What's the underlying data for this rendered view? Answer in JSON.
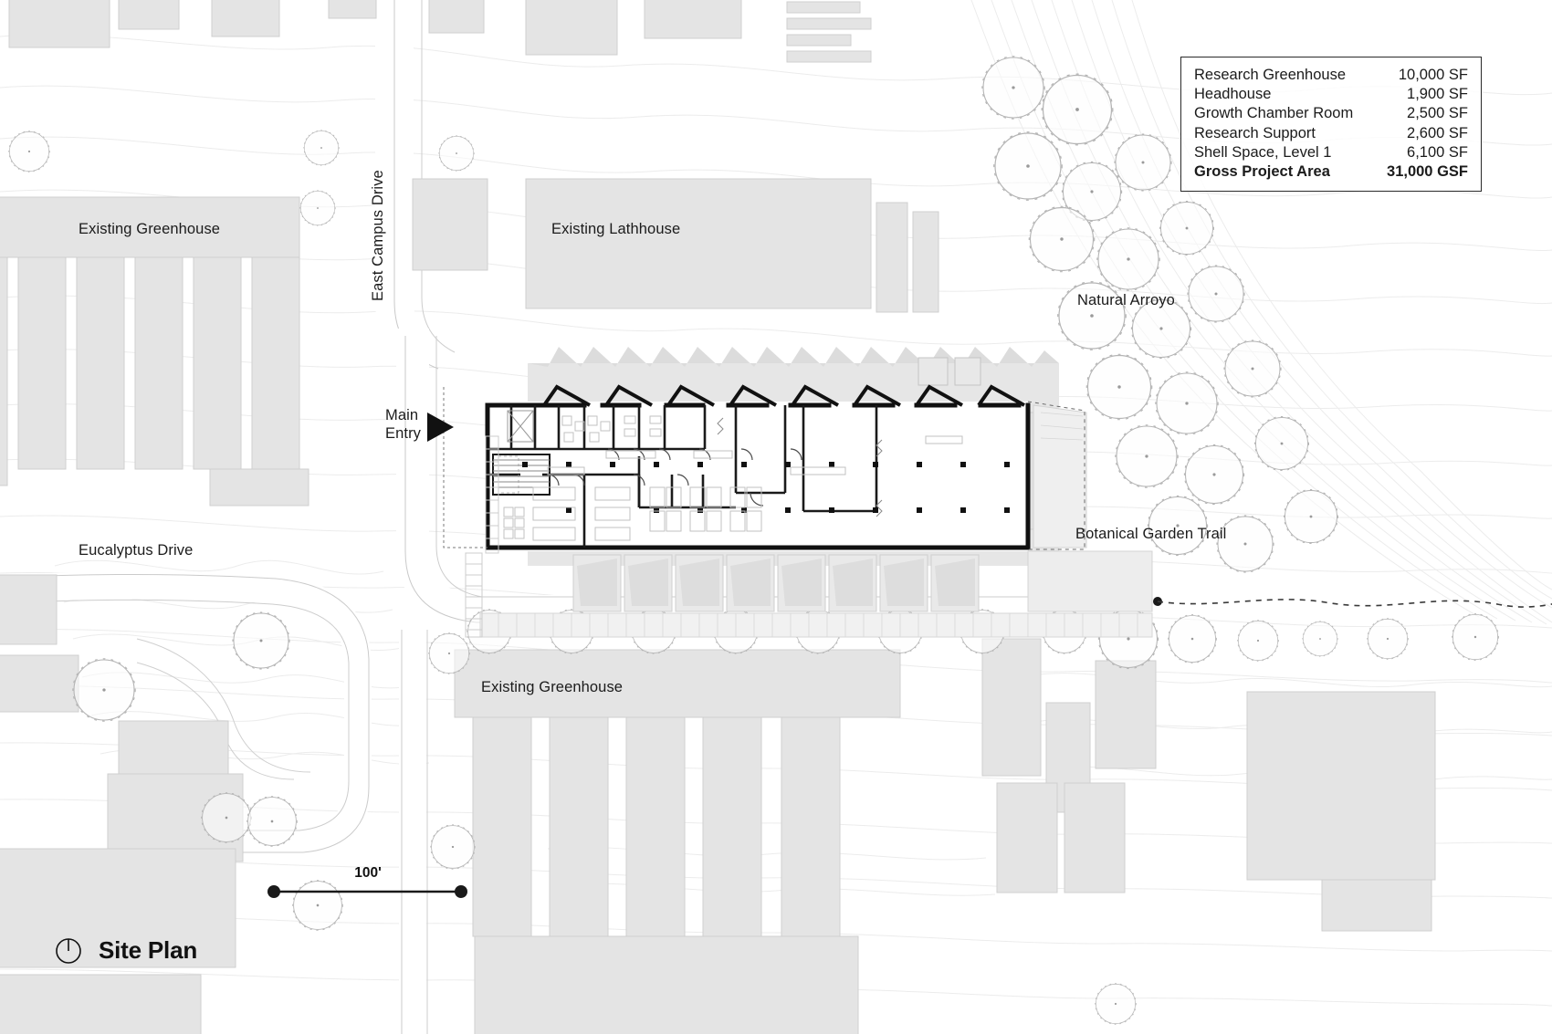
{
  "drawing": {
    "title": "Site Plan",
    "north_icon": "north-arrow-icon",
    "scale": {
      "label": "100'",
      "units": "feet"
    }
  },
  "legend": {
    "rows": [
      {
        "name": "Research Greenhouse",
        "area": "10,000 SF"
      },
      {
        "name": "Headhouse",
        "area": "1,900 SF"
      },
      {
        "name": "Growth Chamber Room",
        "area": "2,500 SF"
      },
      {
        "name": "Research Support",
        "area": "2,600 SF"
      },
      {
        "name": "Shell Space, Level 1",
        "area": "6,100 SF"
      }
    ],
    "total": {
      "name": "Gross Project Area",
      "area": "31,000 GSF"
    }
  },
  "site_labels": {
    "existing_greenhouse_nw": "Existing Greenhouse",
    "existing_lathhouse": "Existing Lathhouse",
    "existing_greenhouse_s": "Existing Greenhouse",
    "east_campus_drive": "East Campus Drive",
    "eucalyptus_drive": "Eucalyptus Drive",
    "natural_arroyo": "Natural Arroyo",
    "botanical_garden_trail": "Botanical Garden Trail",
    "main_entry": "Main\nEntry"
  },
  "colors": {
    "paper": "#ffffff",
    "building_fill": "#e4e4e4",
    "building_fill_dark": "#d8d8d8",
    "contour": "#e8e8e8",
    "tree_outline": "#b9b9b9",
    "plan_line": "#1a1a1a",
    "text": "#1b1b1b",
    "legend_border": "#2a2a2a",
    "road": "#ffffff"
  }
}
